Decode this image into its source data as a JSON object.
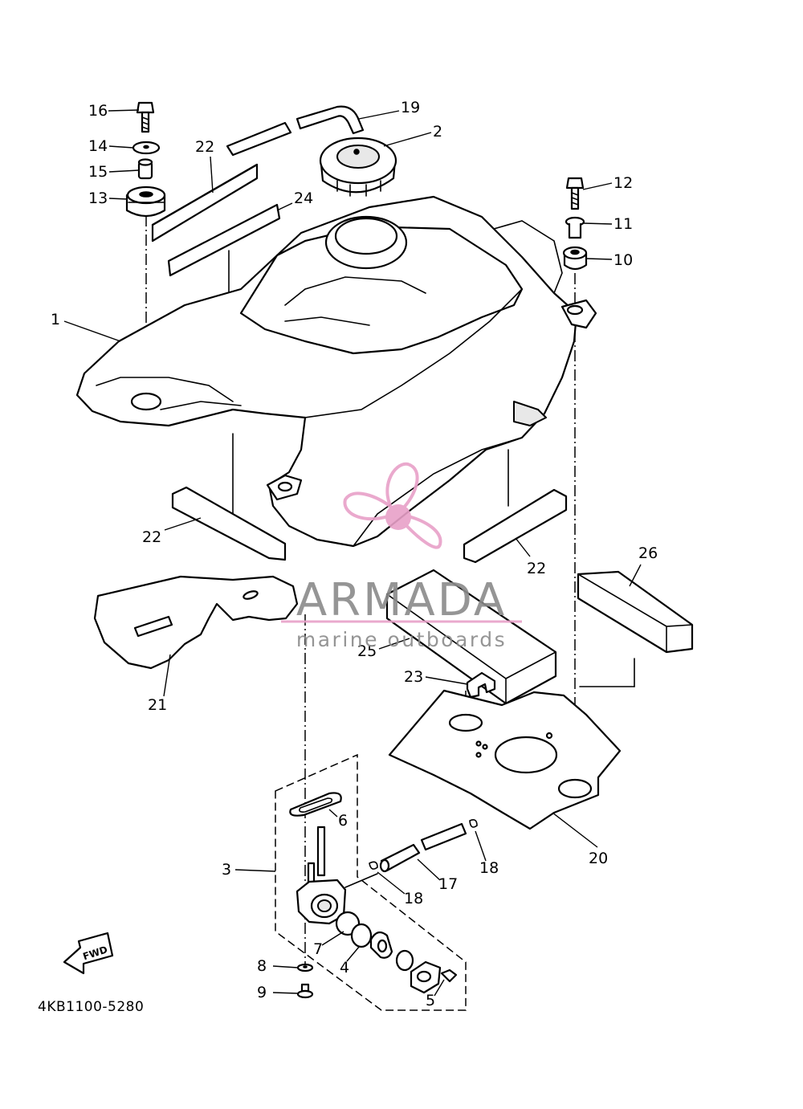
{
  "diagram": {
    "code": "4KB1100-5280",
    "fwd_label": "FWD",
    "callouts": {
      "c1": "1",
      "c2": "2",
      "c3": "3",
      "c4": "4",
      "c5": "5",
      "c6": "6",
      "c7": "7",
      "c8": "8",
      "c9": "9",
      "c10": "10",
      "c11": "11",
      "c12": "12",
      "c13": "13",
      "c14": "14",
      "c15": "15",
      "c16": "16",
      "c17": "17",
      "c18a": "18",
      "c18b": "18",
      "c19": "19",
      "c20": "20",
      "c21": "21",
      "c22a": "22",
      "c22b": "22",
      "c22c": "22",
      "c23": "23",
      "c24": "24",
      "c25": "25",
      "c26": "26"
    }
  },
  "watermark": {
    "brand": "ARMADA",
    "tagline": "marine outboards",
    "colors": {
      "logo": "#e8a0c8",
      "text": "#8a8a8a",
      "line": "#e8a0c8"
    }
  }
}
